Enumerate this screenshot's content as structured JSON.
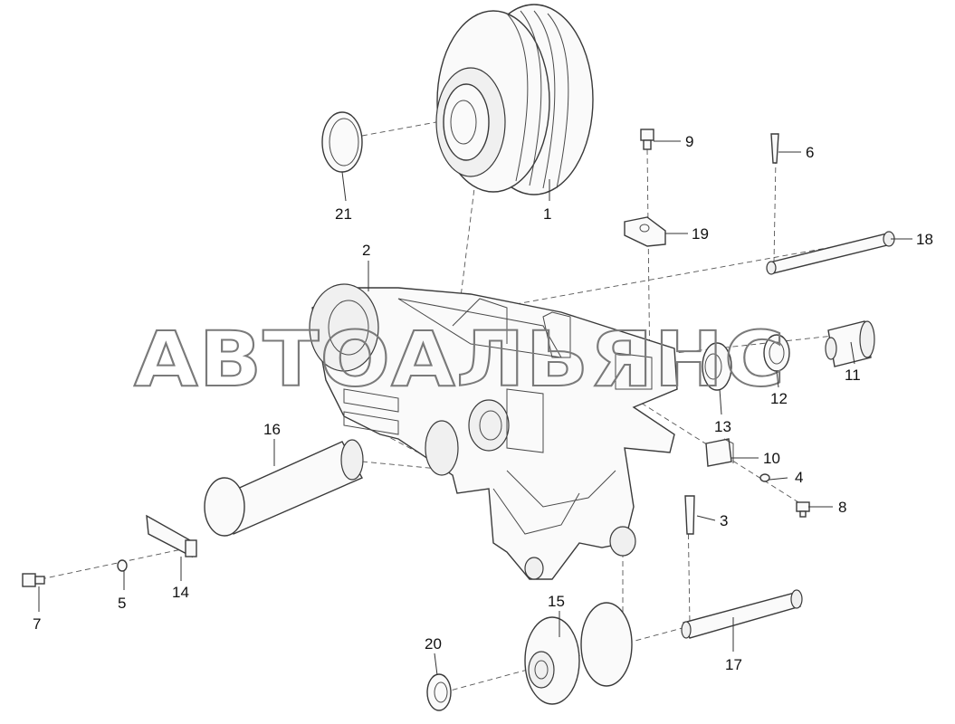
{
  "watermark": "АВТОАЛЬЯНС",
  "callouts": {
    "c1": "1",
    "c2": "2",
    "c3": "3",
    "c4": "4",
    "c5": "5",
    "c6": "6",
    "c7": "7",
    "c8": "8",
    "c9": "9",
    "c10": "10",
    "c11": "11",
    "c12": "12",
    "c13": "13",
    "c14": "14",
    "c15": "15",
    "c16": "16",
    "c17": "17",
    "c18": "18",
    "c19": "19",
    "c20": "20",
    "c21": "21"
  }
}
